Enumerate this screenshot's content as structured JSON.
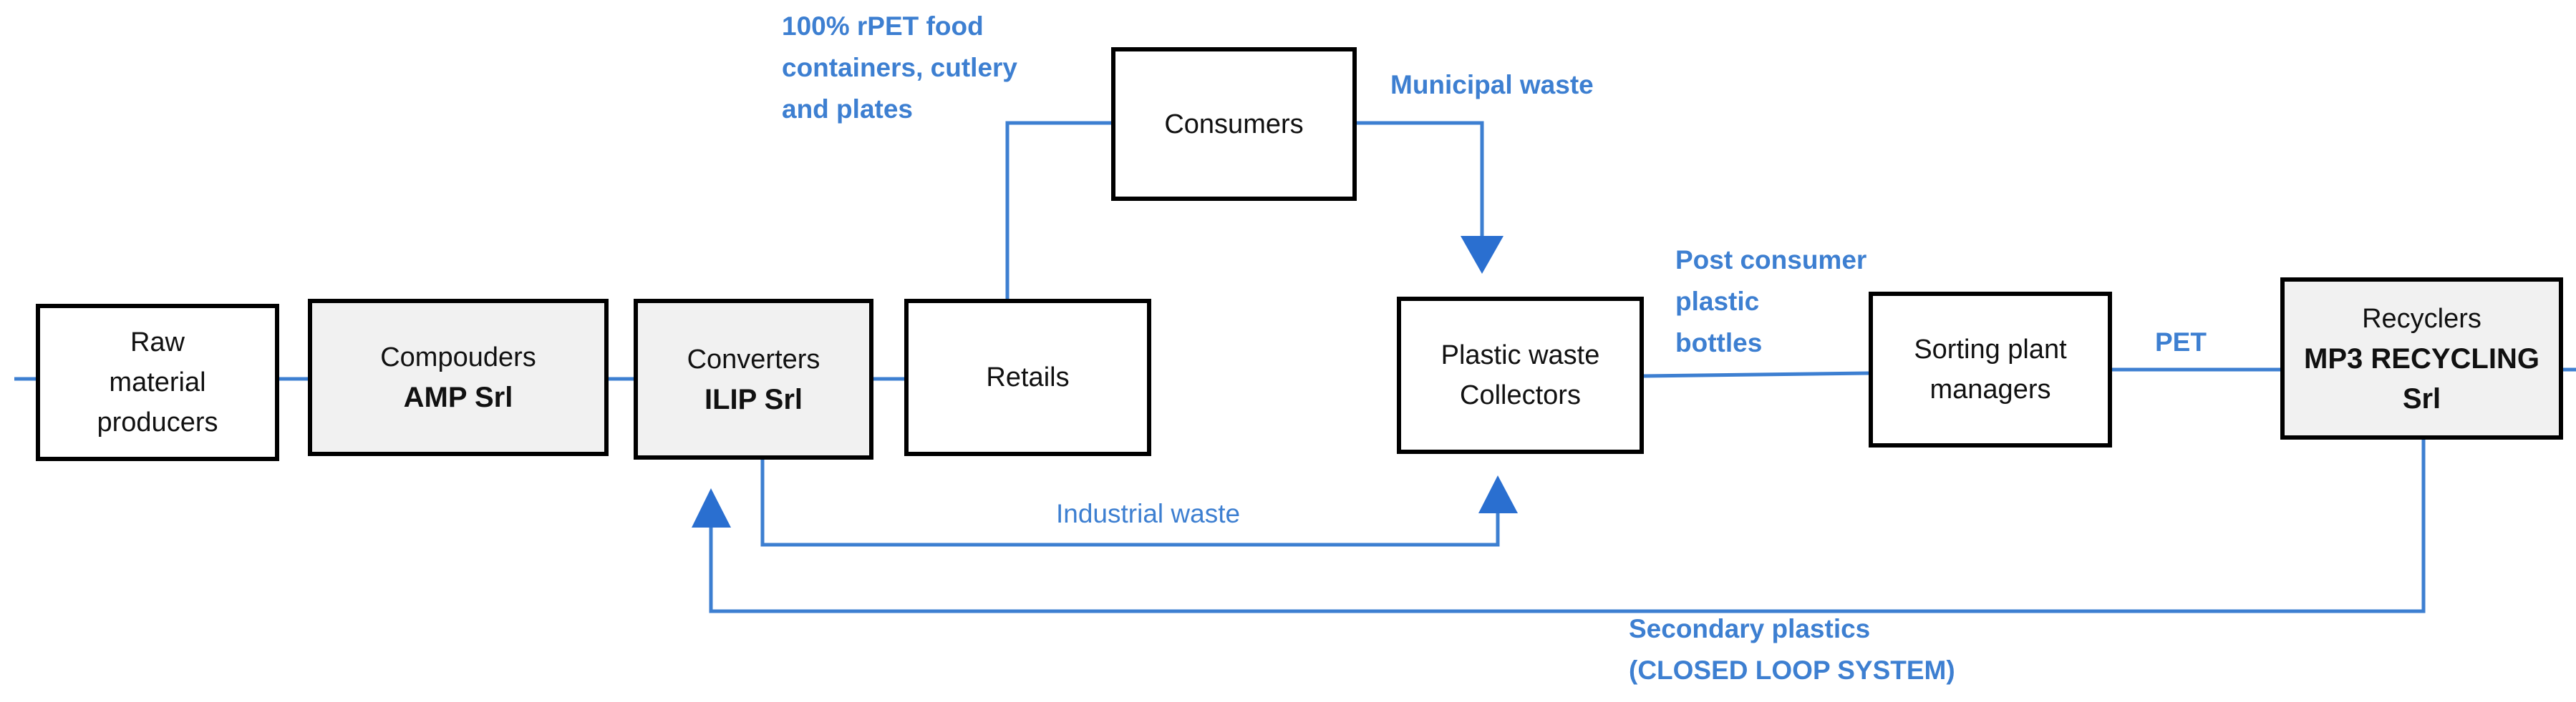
{
  "colors": {
    "flow": "#3d7fd1",
    "arrow": "#2a6fd0",
    "box_border": "#000000",
    "box_fill_highlight": "#f1f1f1"
  },
  "boxes": {
    "raw": {
      "lines": [
        "Raw",
        "material",
        "producers"
      ]
    },
    "compounders": {
      "lines": [
        "Compouders"
      ],
      "bold": "AMP Srl"
    },
    "converters": {
      "lines": [
        "Converters"
      ],
      "bold": "ILIP Srl"
    },
    "retails": {
      "lines": [
        "Retails"
      ]
    },
    "consumers": {
      "lines": [
        "Consumers"
      ]
    },
    "collectors": {
      "lines": [
        "Plastic waste",
        "Collectors"
      ]
    },
    "sorting": {
      "lines": [
        "Sorting plant",
        "managers"
      ]
    },
    "recyclers": {
      "lines": [
        "Recyclers"
      ],
      "bold_lines": [
        "MP3 RECYCLING",
        "Srl"
      ]
    }
  },
  "labels": {
    "rpet": [
      "100% rPET food",
      "containers,  cutlery",
      "and plates"
    ],
    "municipal": "Municipal  waste",
    "post_consumer": [
      "Post consumer",
      "plastic",
      "bottles"
    ],
    "pet": "PET",
    "industrial": "Industrial  waste",
    "secondary": [
      "Secondary plastics",
      "(CLOSED  LOOP SYSTEM)"
    ]
  }
}
